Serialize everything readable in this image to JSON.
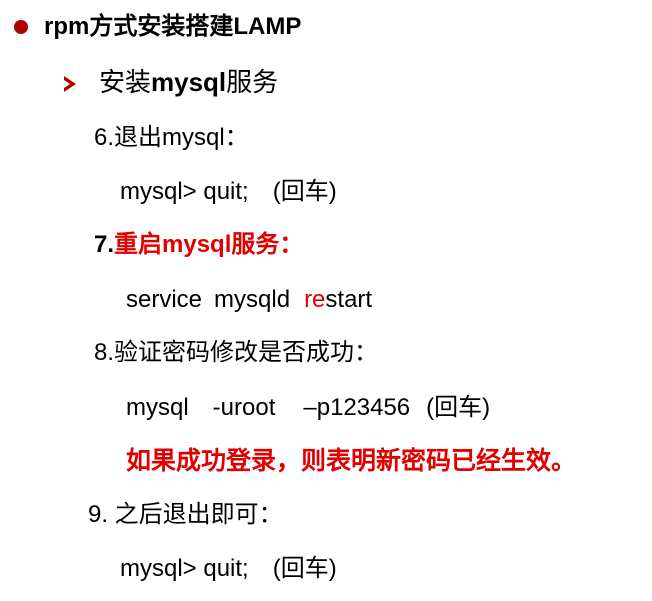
{
  "bullet_title": "rpm方式安装搭建LAMP",
  "sub": {
    "prefix": "安装",
    "bold": "mysql",
    "suffix": "服务"
  },
  "step6": {
    "heading": "6.退出mysql：",
    "command": "mysql> quit;",
    "note": "(回车)"
  },
  "step7": {
    "number": "7.",
    "heading": "重启mysql服务：",
    "cmd_service": "service",
    "cmd_mysqld": "mysqld",
    "cmd_re": "re",
    "cmd_start": "start"
  },
  "step8": {
    "heading": "8.验证密码修改是否成功：",
    "cmd_mysql": "mysql",
    "cmd_user": "-uroot",
    "cmd_pass": "–p123456",
    "note": "(回车)",
    "success_msg": "如果成功登录，则表明新密码已经生效。"
  },
  "step9": {
    "heading": "9. 之后退出即可：",
    "command": "mysql> quit;",
    "note": "(回车)"
  },
  "colors": {
    "accent_red": "#e00000",
    "bullet_red": "#b00000"
  }
}
